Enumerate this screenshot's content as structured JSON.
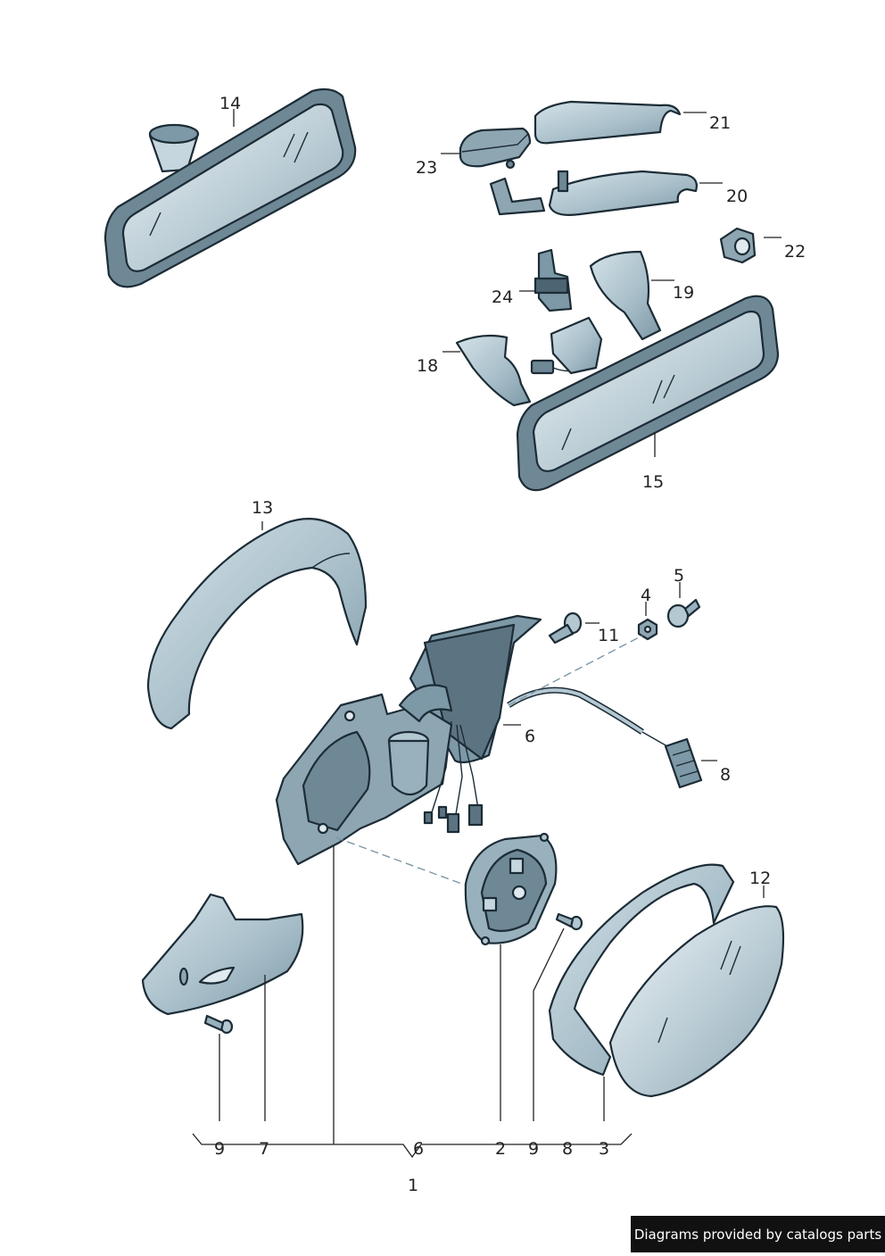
{
  "callouts": {
    "c14": "14",
    "c21": "21",
    "c23": "23",
    "c20": "20",
    "c22": "22",
    "c24": "24",
    "c19": "19",
    "c18": "18",
    "c15": "15",
    "c13": "13",
    "c5": "5",
    "c4": "4",
    "c11": "11",
    "c6": "6",
    "c8": "8",
    "c12": "12"
  },
  "bottom_row": {
    "b9a": "9",
    "b7": "7",
    "b6": "6",
    "b2": "2",
    "b9b": "9",
    "b8": "8",
    "b3": "3",
    "assembly": "1"
  },
  "credit": "Diagrams provided by catalogs parts",
  "colors": {
    "outline": "#1c2c36",
    "glass_light": "#dfe9ee",
    "glass_dark": "#8ea6b2",
    "credit_bg": "#111111"
  }
}
